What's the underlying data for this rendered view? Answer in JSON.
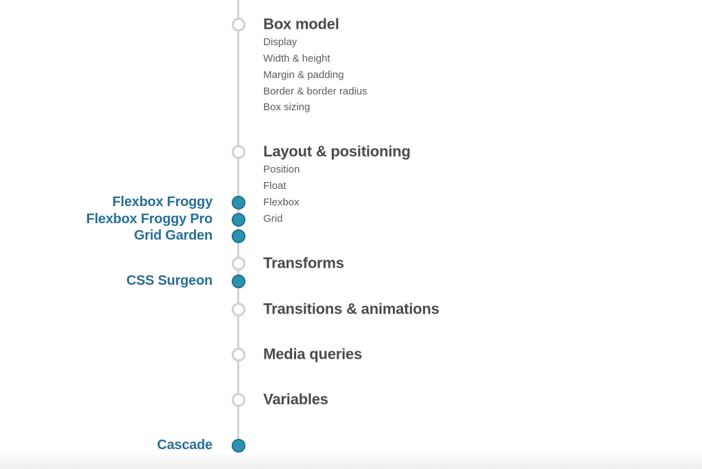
{
  "timeline": {
    "sections": [
      {
        "title": "Box model",
        "items": [
          "Display",
          "Width & height",
          "Margin & padding",
          "Border & border radius",
          "Box sizing"
        ]
      },
      {
        "title": "Layout & positioning",
        "items": [
          "Position",
          "Float",
          "Flexbox",
          "Grid"
        ]
      },
      {
        "title": "Transforms",
        "items": []
      },
      {
        "title": "Transitions & animations",
        "items": []
      },
      {
        "title": "Media queries",
        "items": []
      },
      {
        "title": "Variables",
        "items": []
      }
    ],
    "games": [
      {
        "label": "Flexbox Froggy"
      },
      {
        "label": "Flexbox Froggy Pro"
      },
      {
        "label": "Grid Garden"
      },
      {
        "label": "CSS Surgeon"
      },
      {
        "label": "Cascade"
      }
    ],
    "colors": {
      "line": "#d2d2d2",
      "node_open_border": "#d0d0d0",
      "node_filled_fill": "#2d92ad",
      "node_filled_border": "#1b7090",
      "heading_text": "#4a4a4a",
      "subtopic_text": "#5c5c5c",
      "game_label_text": "#266f96"
    }
  }
}
